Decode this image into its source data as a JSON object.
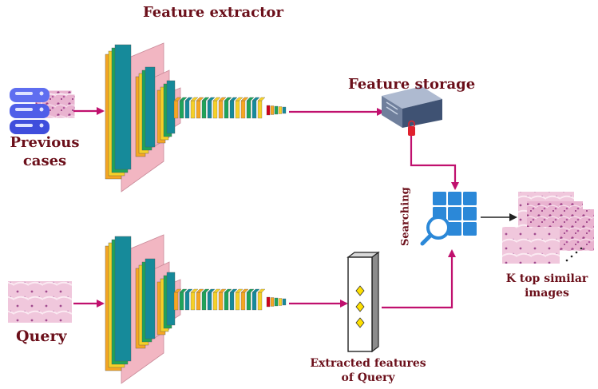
{
  "labels": {
    "feature_extractor": "Feature extractor",
    "feature_storage": "Feature storage",
    "previous_cases": "Previous cases",
    "query": "Query",
    "searching": "Searching",
    "extracted_features": "Extracted features of Query",
    "k_top_similar": "K top similar images"
  },
  "colors": {
    "arrow": "#c0106e",
    "label": "#6b0f1a",
    "pink_block": "#f2b6c2",
    "orange": "#f5a623",
    "green": "#1fa35a",
    "teal": "#168a9a",
    "yellow": "#f5d028",
    "red": "#d0021b",
    "tissue": "#e6a6c8",
    "server": "#5a6e8c",
    "search_blue": "#2b88d8",
    "diamond": "#ffe000"
  },
  "icons": [
    "database-icon",
    "server-icon",
    "search-grid-icon",
    "magnifier-icon",
    "feature-vector-icon",
    "tissue-image-icon",
    "cnn-block-icon"
  ]
}
